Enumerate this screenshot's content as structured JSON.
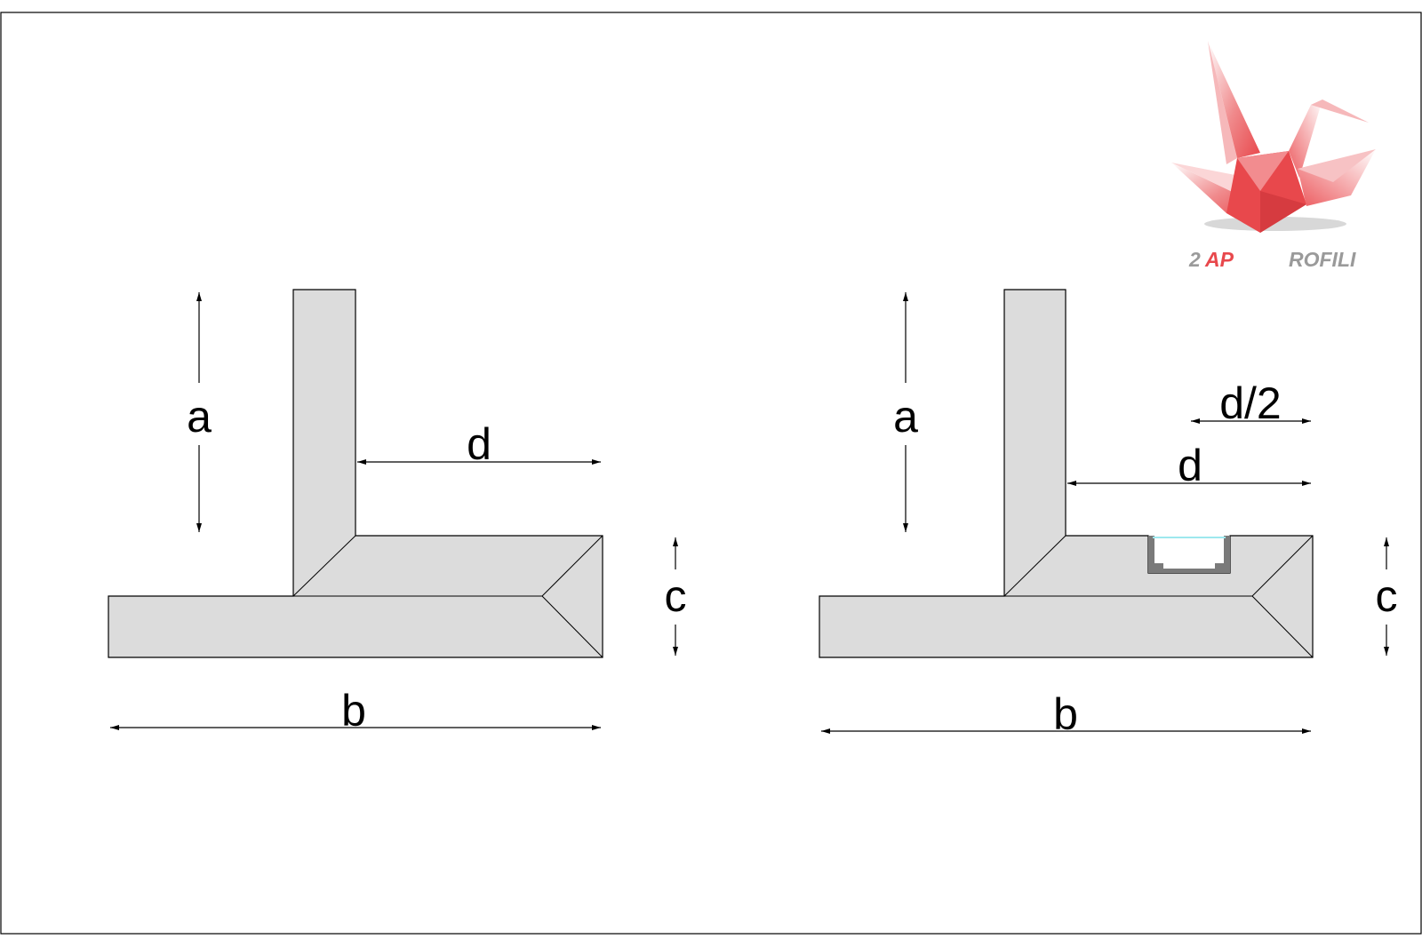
{
  "colors": {
    "profile_fill": "#dcdcdc",
    "outline": "#000000",
    "channel": "#7a7a7a",
    "diffuser": "#9ee8ee",
    "logo_red": "#e8484c",
    "logo_gray": "#9a9a9a"
  },
  "left_profile": {
    "labels": {
      "a": "a",
      "b": "b",
      "c": "c",
      "d": "d"
    }
  },
  "right_profile": {
    "labels": {
      "a": "a",
      "b": "b",
      "c": "c",
      "d": "d",
      "d_half": "d/2"
    }
  },
  "logo": {
    "icon": "origami-crane-icon",
    "text_prefix": "2",
    "text_mark": "AP",
    "text_suffix": "ROFILI"
  }
}
